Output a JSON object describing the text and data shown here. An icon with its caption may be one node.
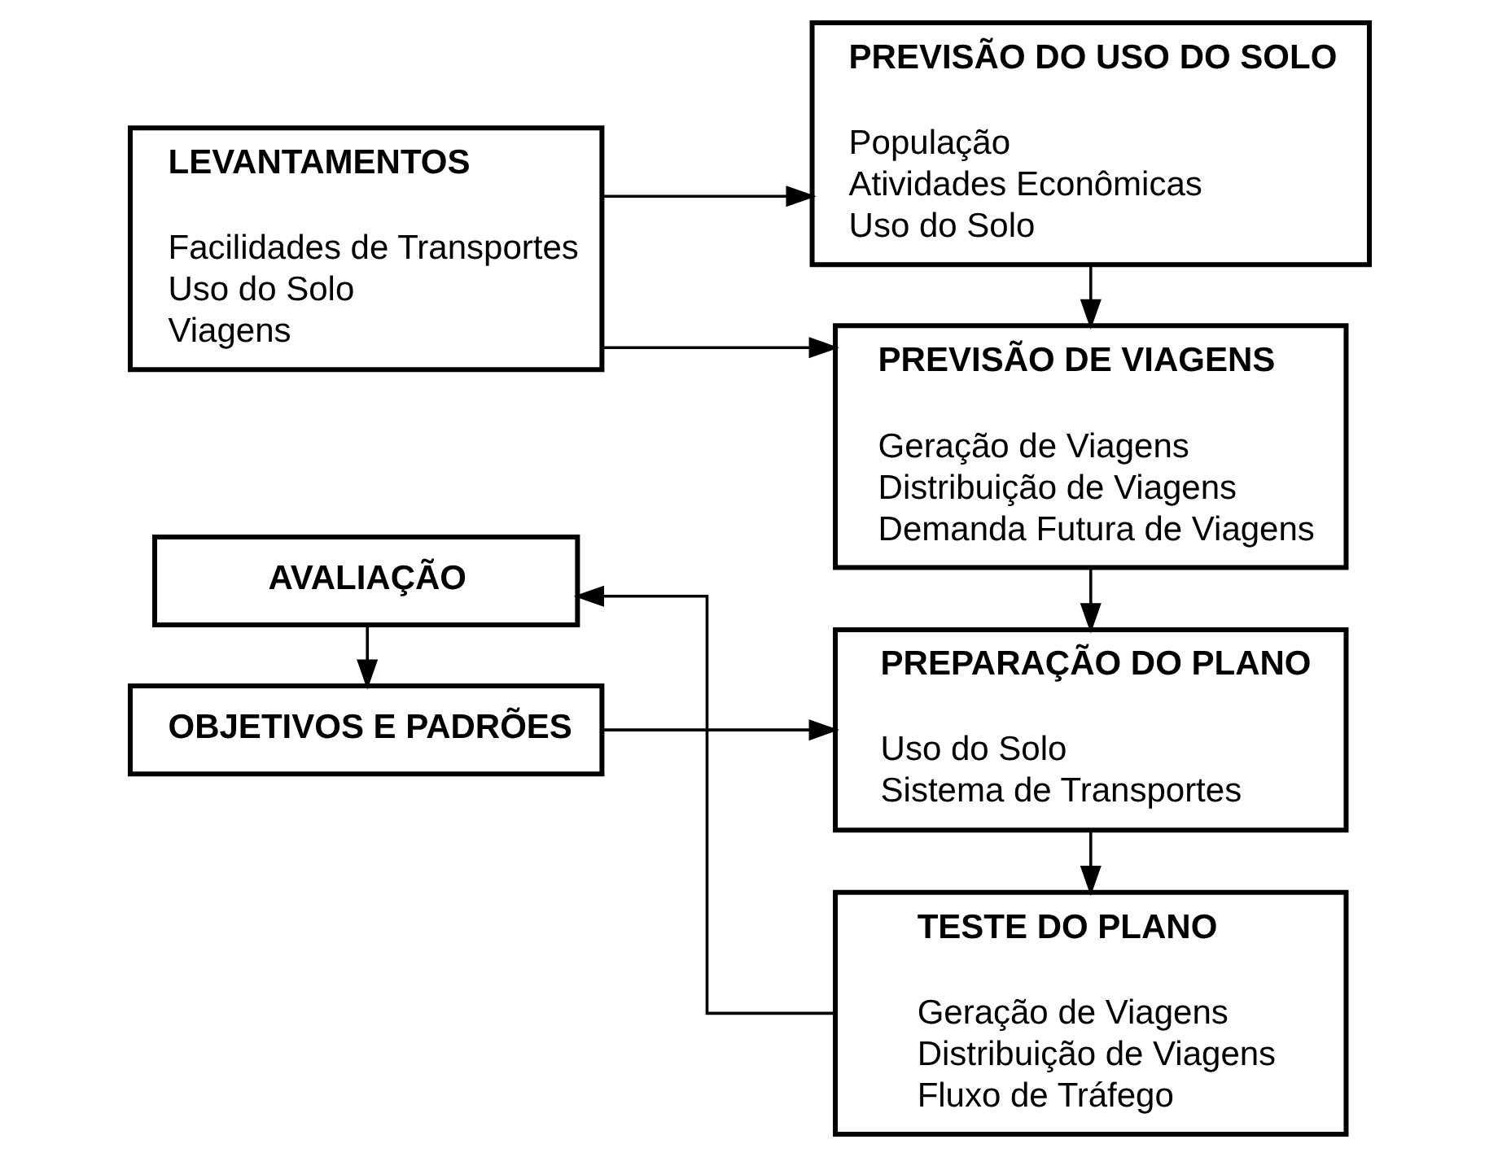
{
  "diagram": {
    "nodes": [
      {
        "text": [
          "LEVANTAMENTOS",
          "Facilidades de Transportes",
          "Uso do Solo",
          "Viagens"
        ]
      },
      {
        "text": [
          "PREVISÃO DO USO DO SOLO",
          "População",
          "Atividades Econômicas",
          "Uso do Solo"
        ]
      },
      {
        "text": [
          "PREVISÃO DE VIAGENS",
          "Geração de Viagens",
          "Distribuição de Viagens",
          "Demanda Futura de Viagens"
        ]
      },
      {
        "text": [
          "OBJETIVOS E PADRÕES"
        ]
      },
      {
        "text": [
          "PREPARAÇÃO DO PLANO",
          "Uso do Solo",
          "Sistema de Transportes"
        ]
      },
      {
        "text": [
          "AVALIAÇÃO"
        ]
      },
      {
        "text": [
          "TESTE DO PLANO",
          "Geração de Viagens",
          "Distribuição de Viagens",
          "Fluxo de Tráfego"
        ]
      }
    ],
    "edges": [
      {
        "from": 0,
        "to": 1,
        "arrow": "to"
      },
      {
        "from": 1,
        "to": 2,
        "arrow": "to"
      },
      {
        "from": 0,
        "to": 2,
        "arrow": "to"
      },
      {
        "from": 2,
        "to": 4,
        "arrow": "to"
      },
      {
        "from": 3,
        "to": 4,
        "arrow": "to"
      },
      {
        "from": 4,
        "to": 6,
        "arrow": "to"
      },
      {
        "from": 6,
        "to": 5,
        "arrow": "to"
      },
      {
        "from": 5,
        "to": 3,
        "arrow": "to"
      }
    ]
  }
}
